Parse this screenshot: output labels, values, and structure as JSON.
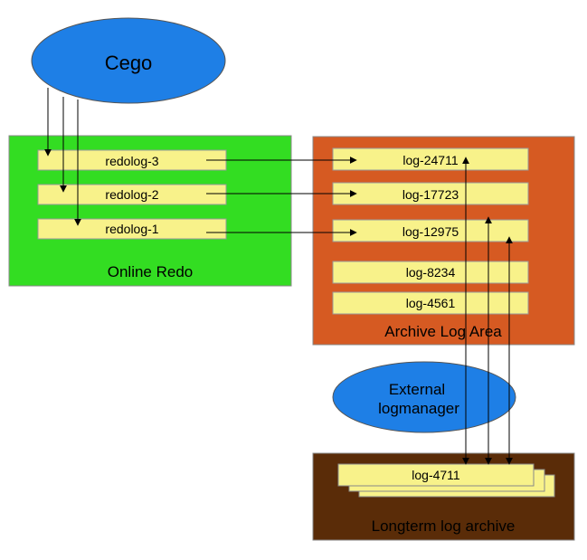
{
  "cego": {
    "label": "Cego",
    "color": "#1e7fe6"
  },
  "online_redo": {
    "label": "Online Redo",
    "color": "#33dd22",
    "logs": [
      "redolog-3",
      "redolog-2",
      "redolog-1"
    ]
  },
  "archive_area": {
    "label": "Archive Log Area",
    "color": "#d65a22",
    "logs": [
      "log-24711",
      "log-17723",
      "log-12975",
      "log-8234",
      "log-4561"
    ]
  },
  "log_box_color": "#f8f28a",
  "external_manager": {
    "line1": "External",
    "line2": "logmanager",
    "color": "#1e7fe6"
  },
  "longterm_archive": {
    "label": "Longterm log archive",
    "label_color": "#ffee22",
    "color": "#5a2c08",
    "front_log": "log-4711"
  }
}
